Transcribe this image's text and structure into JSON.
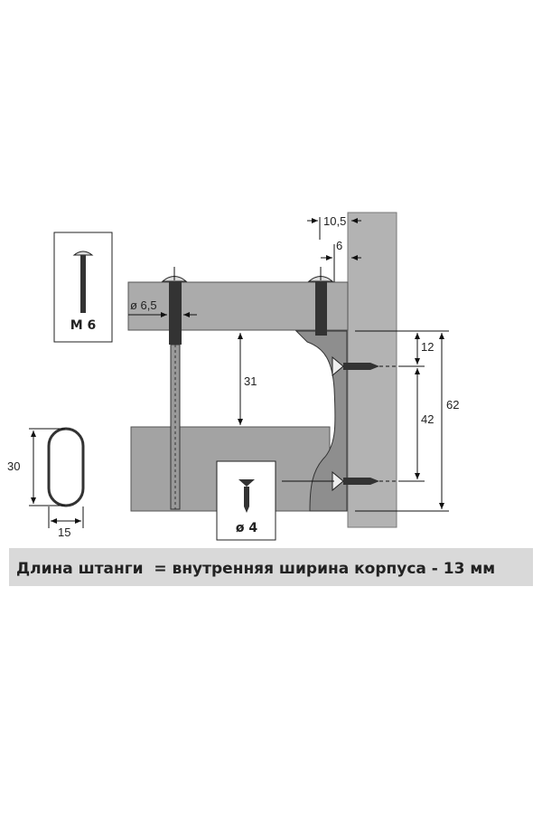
{
  "labels": {
    "bolt_box": "M 6",
    "screw_box": "ø 4",
    "dim_10_5": "10,5",
    "dim_6": "6",
    "dim_hole": "ø 6,5",
    "dim_31": "31",
    "dim_12": "12",
    "dim_42": "42",
    "dim_62": "62",
    "dim_oval_height": "30",
    "dim_oval_width": "15"
  },
  "caption": "Длина штанги  = внутренняя ширина корпуса - 13 мм",
  "colors": {
    "panel": "#ababab",
    "wall": "#b3b3b3",
    "bracket": "#8e8e8e",
    "caption_bg": "#d9d9d9"
  }
}
